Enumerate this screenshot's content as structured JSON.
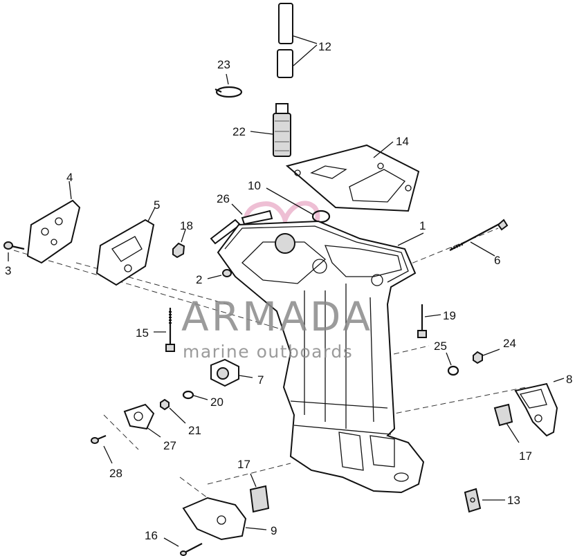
{
  "diagram": {
    "watermark": {
      "brand": "ARMADA",
      "tagline": "marine outboards",
      "brand_color": "#8a8a8a",
      "accent_color": "#e8a9c6"
    },
    "callouts": [
      {
        "id": "c1",
        "text": "1"
      },
      {
        "id": "c2",
        "text": "2"
      },
      {
        "id": "c3",
        "text": "3"
      },
      {
        "id": "c4",
        "text": "4"
      },
      {
        "id": "c5",
        "text": "5"
      },
      {
        "id": "c6",
        "text": "6"
      },
      {
        "id": "c7",
        "text": "7"
      },
      {
        "id": "c8",
        "text": "8"
      },
      {
        "id": "c9",
        "text": "9"
      },
      {
        "id": "c10",
        "text": "10"
      },
      {
        "id": "c12",
        "text": "12"
      },
      {
        "id": "c13",
        "text": "13"
      },
      {
        "id": "c14",
        "text": "14"
      },
      {
        "id": "c15",
        "text": "15"
      },
      {
        "id": "c16",
        "text": "16"
      },
      {
        "id": "c17a",
        "text": "17"
      },
      {
        "id": "c17b",
        "text": "17"
      },
      {
        "id": "c18",
        "text": "18"
      },
      {
        "id": "c19",
        "text": "19"
      },
      {
        "id": "c20",
        "text": "20"
      },
      {
        "id": "c21",
        "text": "21"
      },
      {
        "id": "c22",
        "text": "22"
      },
      {
        "id": "c23",
        "text": "23"
      },
      {
        "id": "c24",
        "text": "24"
      },
      {
        "id": "c25",
        "text": "25"
      },
      {
        "id": "c26",
        "text": "26"
      },
      {
        "id": "c27",
        "text": "27"
      },
      {
        "id": "c28",
        "text": "28"
      }
    ]
  }
}
